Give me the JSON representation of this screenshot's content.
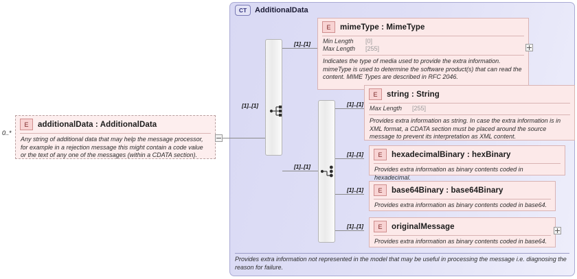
{
  "root_element": {
    "icon": "E",
    "title": "additionalData : AdditionalData",
    "occurrence": "0..*",
    "description": "Any string of additional data that may help the message processor, for example in a rejection message this might contain a code value or the text of any one of the messages (within a CDATA section).",
    "expander": "minus"
  },
  "complex_type": {
    "icon": "CT",
    "title": "AdditionalData",
    "footer": "Provides extra information not represented in the model that may be useful in processing the message i.e. diagnosing the reason for failure."
  },
  "model_groups": [
    {
      "name": "outer-sequence",
      "kind": "sequence",
      "cardinality": "[1]..[1]"
    },
    {
      "name": "inner-choice",
      "kind": "choice",
      "cardinality": "[1]..[1]"
    }
  ],
  "elements": [
    {
      "icon": "E",
      "title": "mimeType : MimeType",
      "cardinality": "[1]..[1]",
      "facets": [
        {
          "name": "Min Length",
          "value": "[0]"
        },
        {
          "name": "Max Length",
          "value": "[255]"
        }
      ],
      "description": "Indicates the type of media used to provide the extra information. mimeType is used to determine the software product(s) that can read the content. MIME Types are described in RFC 2046.",
      "expander": "plus"
    },
    {
      "icon": "E",
      "title": "string      : String",
      "cardinality": "[1]..[1]",
      "facets": [
        {
          "name": "Max Length",
          "value": "[255]"
        }
      ],
      "description": "Provides extra information as string. In case the extra information is in XML format, a CDATA section must be placed around the source message to prevent its interpretation as XML content.",
      "expander": null
    },
    {
      "icon": "E",
      "title": "hexadecimalBinary : hexBinary",
      "cardinality": "[1]..[1]",
      "facets": [],
      "description": "Provides extra information as binary contents coded in hexadecimal.",
      "expander": null
    },
    {
      "icon": "E",
      "title": "base64Binary : base64Binary",
      "cardinality": "[1]..[1]",
      "facets": [],
      "description": "Provides extra information as binary contents coded in base64.",
      "expander": null
    },
    {
      "icon": "E",
      "title": "originalMessage",
      "cardinality": "[1]..[1]",
      "facets": [],
      "description": "Provides extra information as binary contents coded in base64.",
      "expander": "plus"
    }
  ],
  "colors": {
    "element_fill": "#fce9e9",
    "element_border": "#d9b3b3",
    "container_fill": "#dcdcf5",
    "container_border": "#a9a9d4",
    "line": "#8a8a8a"
  }
}
